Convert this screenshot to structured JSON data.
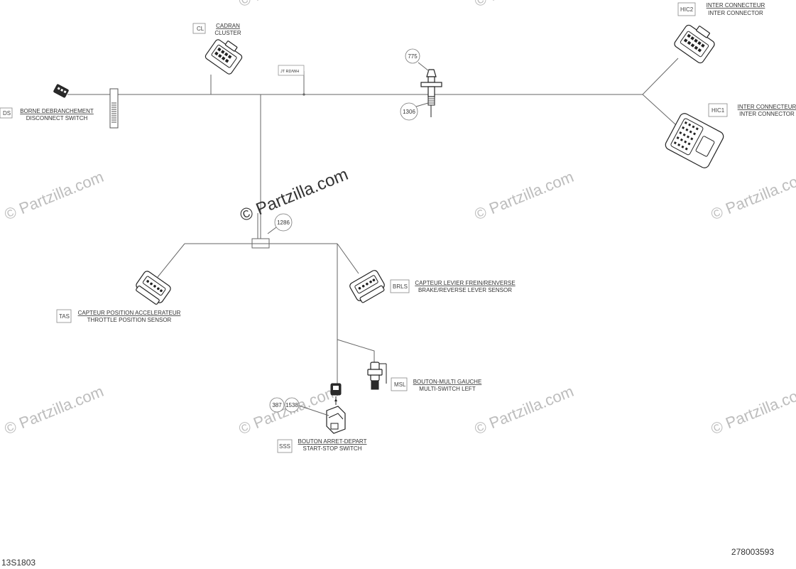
{
  "watermark": {
    "text": "© Partzilla.com"
  },
  "wire_label": "JT RD/WH",
  "components": {
    "ds": {
      "code": "DS",
      "label_fr": "BORNE DEBRANCHEMENT",
      "label_en": "DISCONNECT SWITCH"
    },
    "cl": {
      "code": "CL",
      "label_fr": "CADRAN",
      "label_en": "CLUSTER"
    },
    "hic2": {
      "code": "HIC2",
      "label_fr": "INTER CONNECTEUR",
      "label_en": "INTER CONNECTOR"
    },
    "hic1": {
      "code": "HIC1",
      "label_fr": "INTER CONNECTEUR",
      "label_en": "INTER CONNECTOR"
    },
    "tas": {
      "code": "TAS",
      "label_fr": "CAPTEUR POSITION ACCELERATEUR",
      "label_en": "THROTTLE POSITION SENSOR"
    },
    "brls": {
      "code": "BRLS",
      "label_fr": "CAPTEUR LEVIER FREIN/RENVERSE",
      "label_en": "BRAKE/REVERSE LEVER SENSOR"
    },
    "msl": {
      "code": "MSL",
      "label_fr": "BOUTON-MULTI GAUCHE",
      "label_en": "MULTI-SWITCH LEFT"
    },
    "sss": {
      "code": "SSS",
      "label_fr": "BOUTON ARRET-DEPART",
      "label_en": "START-STOP SWITCH"
    }
  },
  "part_refs": {
    "p775": "775",
    "p1306": "1306",
    "p1286": "1286",
    "p387": "387",
    "p1538": "1538"
  },
  "footer": {
    "left_code": "13S1803",
    "right_code": "278003593"
  }
}
